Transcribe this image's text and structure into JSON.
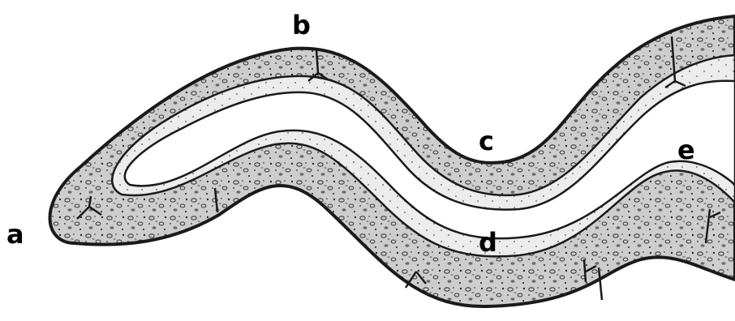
{
  "diagram": {
    "labels": {
      "a": "a",
      "b": "b",
      "c": "c",
      "d": "d",
      "e": "e"
    },
    "colors": {
      "background": "#ffffff",
      "tissue_fill": "#c9c9c9",
      "outline": "#1a1a1a",
      "inner_band": "#e9e9e9",
      "lumen": "#ffffff"
    }
  }
}
